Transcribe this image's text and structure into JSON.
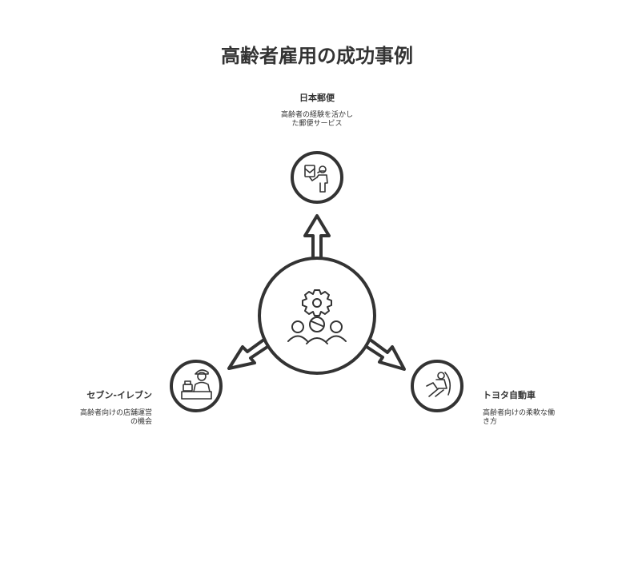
{
  "title": "高齢者雇用の成功事例",
  "colors": {
    "stroke": "#333333",
    "background": "#ffffff",
    "text": "#333333"
  },
  "center": {
    "icon": "gear-and-people-icon"
  },
  "branches": [
    {
      "name": "日本郵便",
      "description_lines": [
        "高齢者の経験を活かし",
        "た郵便サービス"
      ],
      "icon": "mail-carrier-icon"
    },
    {
      "name": "セブン-イレブン",
      "description_lines": [
        "高齢者向けの店舗運営",
        "の機会"
      ],
      "icon": "store-clerk-icon"
    },
    {
      "name": "トヨタ自動車",
      "description_lines": [
        "高齢者向けの柔軟な働",
        "き方"
      ],
      "icon": "relaxing-chair-icon"
    }
  ]
}
